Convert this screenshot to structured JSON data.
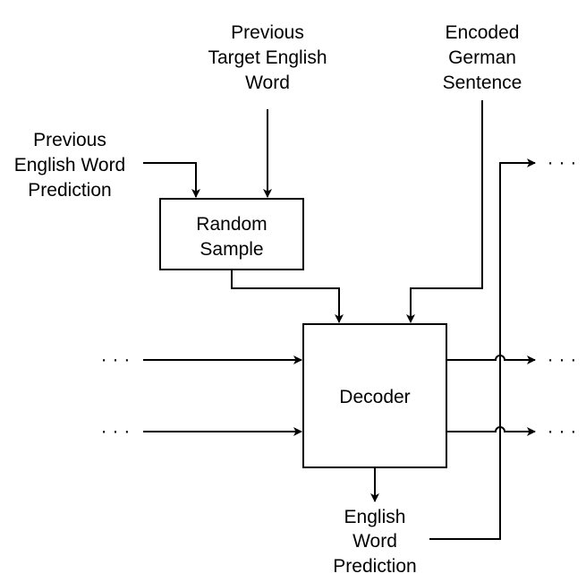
{
  "nodes": {
    "prev_target": [
      "Previous",
      "Target English",
      "Word"
    ],
    "encoded": [
      "Encoded",
      "German",
      "Sentence"
    ],
    "prev_prediction": [
      "Previous",
      "English Word",
      "Prediction"
    ],
    "random_sample": [
      "Random",
      "Sample"
    ],
    "decoder": "Decoder",
    "english_prediction": [
      "English",
      "Word",
      "Prediction"
    ]
  },
  "ellipsis": {
    "left_top": "· · ·",
    "left_bottom": "· · ·",
    "right_top": "· · ·",
    "right_middle": "· · ·",
    "right_bottom": "· · ·"
  }
}
